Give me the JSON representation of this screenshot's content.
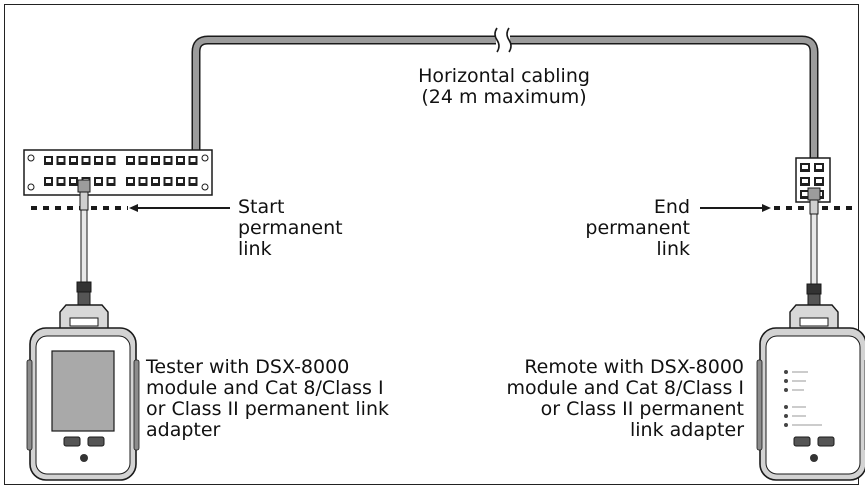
{
  "cabling": {
    "line1": "Horizontal cabling",
    "line2": "(24 m maximum)"
  },
  "start_link": {
    "line1": "Start",
    "line2": "permanent",
    "line3": "link"
  },
  "end_link": {
    "line1": "End",
    "line2": "permanent",
    "line3": "link"
  },
  "tester": {
    "line1": "Tester with DSX-8000",
    "line2": "module and Cat 8/Class I",
    "line3": "or Class II permanent link",
    "line4": "adapter"
  },
  "remote": {
    "line1": "Remote with DSX-8000",
    "line2": "module and Cat 8/Class I",
    "line3": "or Class II permanent",
    "line4": "link adapter"
  },
  "colors": {
    "cable_fill": "#9c9c9c",
    "outline": "#1a1a1a",
    "device_screen": "#a9a9a9"
  }
}
